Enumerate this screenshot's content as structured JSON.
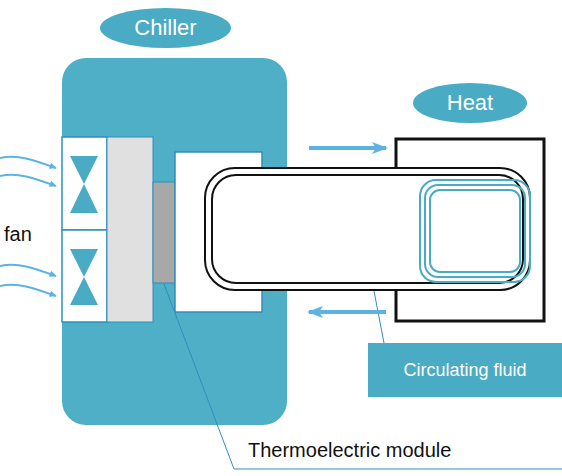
{
  "diagram": {
    "nodes": [
      {
        "text": [
          "Chiller"
        ]
      },
      {
        "text": [
          "Heat"
        ]
      },
      {
        "text": [
          "Circulating fluid"
        ]
      }
    ],
    "edges": [
      {
        "from": 0,
        "to": 1,
        "arrow": "to"
      },
      {
        "from": 1,
        "to": 0,
        "arrow": "to"
      }
    ],
    "labels": [
      "fan",
      "Thermoelectric module"
    ]
  }
}
